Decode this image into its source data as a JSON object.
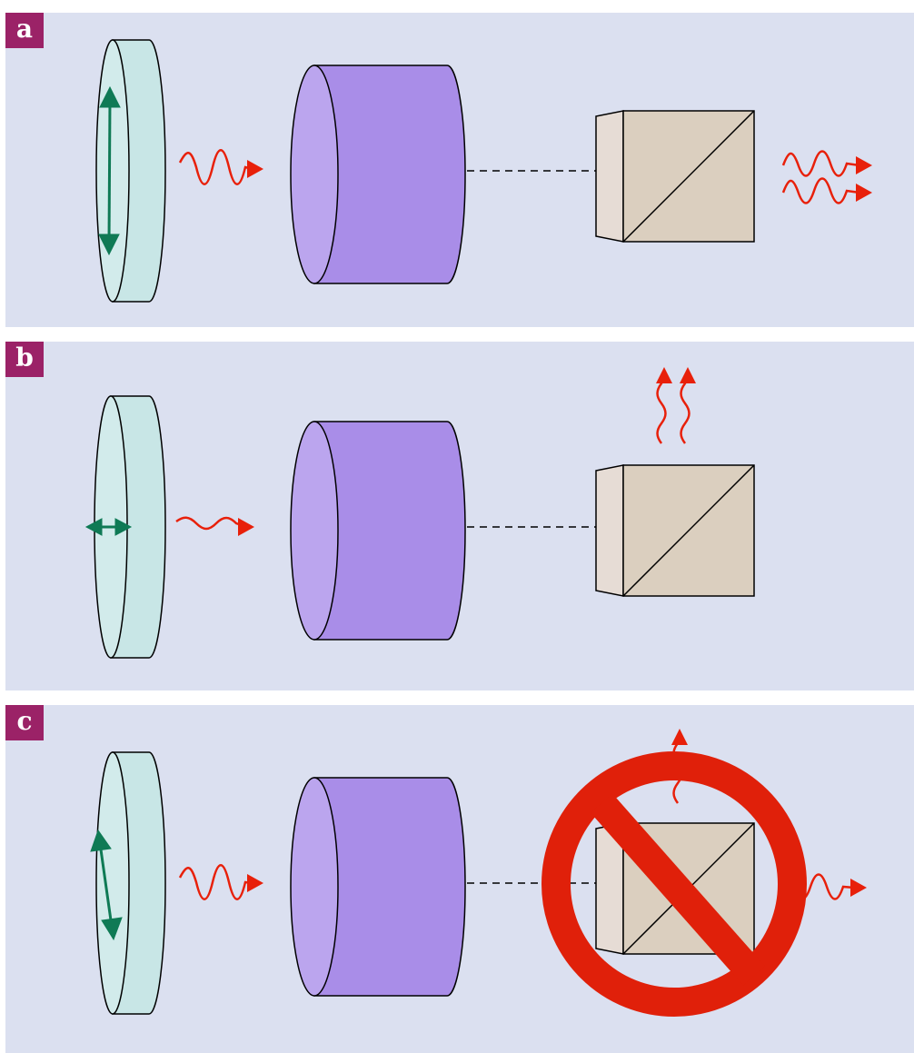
{
  "panels": [
    {
      "id": "a",
      "label": "a",
      "polarization": "vertical",
      "outcome": "both-outputs-forward"
    },
    {
      "id": "b",
      "label": "b",
      "polarization": "horizontal",
      "outcome": "both-outputs-upward"
    },
    {
      "id": "c",
      "label": "c",
      "polarization": "tilted",
      "outcome": "forbidden-split"
    }
  ],
  "colors": {
    "panel_background": "#dbe0f0",
    "label_background": "#9b2267",
    "label_text": "#ffffff",
    "waveplate": "#c8e6e6",
    "polarization_arrow": "#0f7a55",
    "crystal": "#a98de8",
    "crystal_front": "#bba5ee",
    "beam_splitter": "#dbcfbf",
    "beam_splitter_side": "#e6dcd5",
    "photon": "#e8200a",
    "prohibition_sign": "#e0200a"
  },
  "icons": [
    "waveplate-icon",
    "crystal-icon",
    "polarizing-beam-splitter-icon",
    "photon-wave-icon",
    "polarization-arrow-icon",
    "prohibition-sign-icon"
  ]
}
